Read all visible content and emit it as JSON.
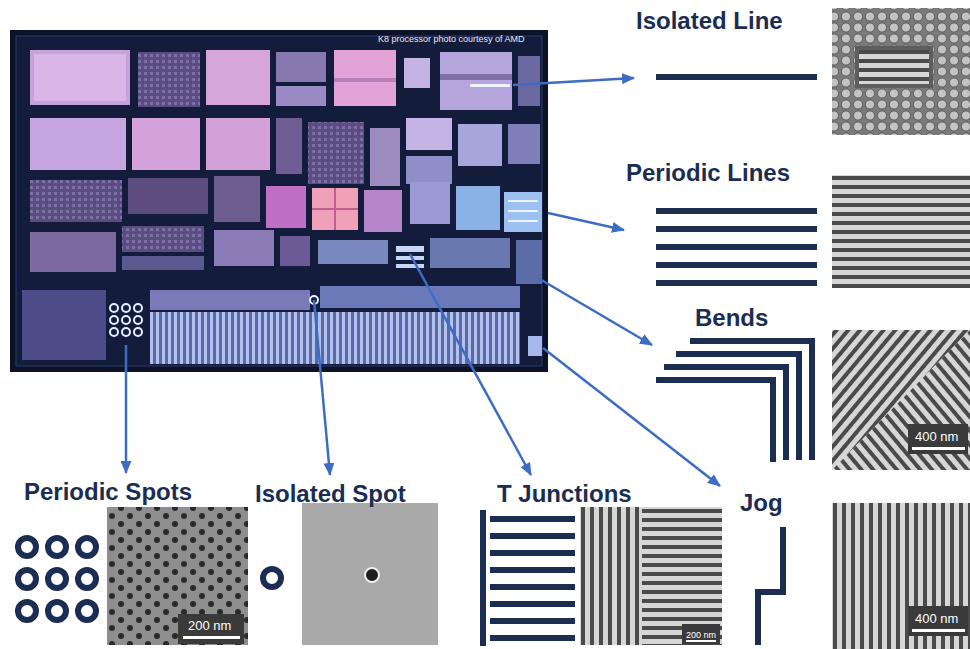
{
  "diagram": {
    "nodes": [
      {
        "text": [
          "K8 processor photo courtesy of AMD"
        ]
      },
      {
        "text": [
          "Isolated Line"
        ]
      },
      {
        "text": [
          "Periodic Lines"
        ]
      },
      {
        "text": [
          "Bends"
        ]
      },
      {
        "text": [
          "Periodic Spots"
        ]
      },
      {
        "text": [
          "Isolated Spot"
        ]
      },
      {
        "text": [
          "T Junctions"
        ]
      },
      {
        "text": [
          "Jog"
        ]
      }
    ],
    "edges": [
      {
        "from": 0,
        "to": 1,
        "arrow": "to"
      },
      {
        "from": 0,
        "to": 2,
        "arrow": "to"
      },
      {
        "from": 0,
        "to": 3,
        "arrow": "to"
      },
      {
        "from": 0,
        "to": 4,
        "arrow": "to"
      },
      {
        "from": 0,
        "to": 5,
        "arrow": "to"
      },
      {
        "from": 0,
        "to": 6,
        "arrow": "to"
      },
      {
        "from": 0,
        "to": 7,
        "arrow": "to"
      }
    ],
    "labels": [
      "200 nm",
      "200 nm",
      "400 nm",
      "400 nm"
    ]
  }
}
